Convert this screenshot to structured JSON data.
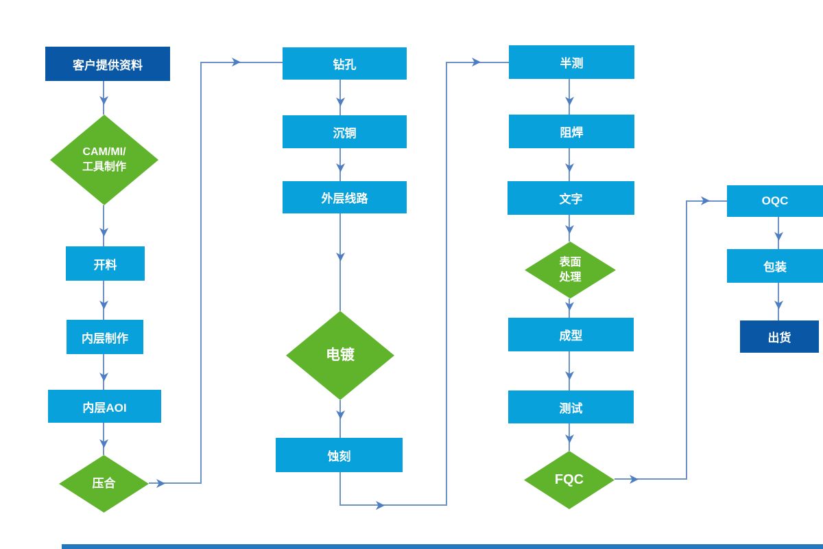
{
  "colors": {
    "process": "#09A1DC",
    "terminal": "#0A58A5",
    "decision": "#5FB42B",
    "line": "#6E91C8",
    "arrow": "#4D7EC1",
    "bar": "#2478BD"
  },
  "nodes": {
    "customer": {
      "label": "客户提供资料"
    },
    "cam": {
      "line1": "CAM/MI/",
      "line2": "工具制作"
    },
    "cutting": {
      "label": "开料"
    },
    "inner_layer": {
      "label": "内层制作"
    },
    "inner_aoi": {
      "label": "内层AOI"
    },
    "lamination": {
      "label": "压合"
    },
    "drilling": {
      "label": "钻孔"
    },
    "copper": {
      "label": "沉铜"
    },
    "outer_circuit": {
      "label": "外层线路"
    },
    "plating": {
      "label": "电镀"
    },
    "etching": {
      "label": "蚀刻"
    },
    "half_test": {
      "label": "半测"
    },
    "solder_mask": {
      "label": "阻焊"
    },
    "silkscreen": {
      "label": "文字"
    },
    "surface": {
      "line1": "表面",
      "line2": "处理"
    },
    "forming": {
      "label": "成型"
    },
    "testing": {
      "label": "测试"
    },
    "fqc": {
      "label": "FQC"
    },
    "oqc": {
      "label": "OQC"
    },
    "packaging": {
      "label": "包装"
    },
    "shipping": {
      "label": "出货"
    }
  }
}
